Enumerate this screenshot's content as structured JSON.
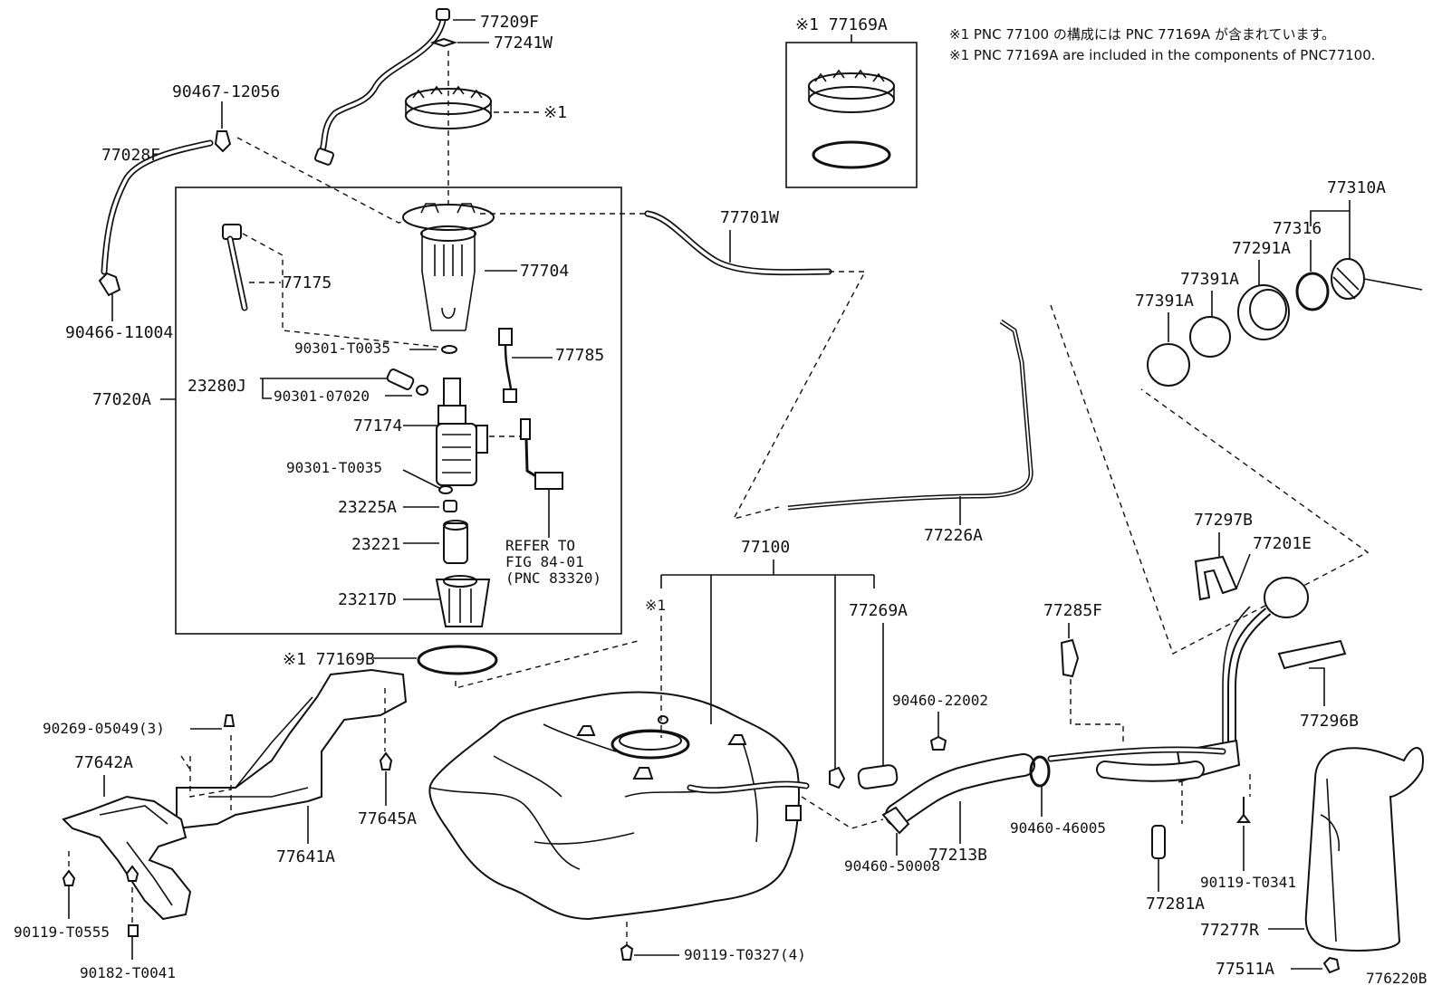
{
  "notes": {
    "note_jp": "※1 PNC 77100 の構成には PNC 77169A が含まれています。",
    "note_en": "※1 PNC 77169A are included in the components of PNC77100."
  },
  "labels": {
    "l77209F": "77209F",
    "l77241W": "77241W",
    "l90467": "90467-12056",
    "l77028F": "77028F",
    "l90466": "90466-11004",
    "mark1_ring": "※1",
    "l77169A": "※1 77169A",
    "l77701W": "77701W",
    "l77704": "77704",
    "l77175": "77175",
    "l90301T0035a": "90301-T0035",
    "l77785": "77785",
    "l23280J": "23280J",
    "l90301_07020": "90301-07020",
    "l77020A": "77020A",
    "l77174": "77174",
    "l90301T0035b": "90301-T0035",
    "l23225A": "23225A",
    "l23221": "23221",
    "l23217D": "23217D",
    "refer1": "REFER TO",
    "refer2": "FIG 84-01",
    "refer3": "(PNC 83320)",
    "l77169B": "※1 77169B",
    "l77100": "77100",
    "mark1_tank": "※1",
    "l77269A": "77269A",
    "l77226A": "77226A",
    "l77310A": "77310A",
    "l77316": "77316",
    "l77291A": "77291A",
    "l77391A_a": "77391A",
    "l77391A_b": "77391A",
    "l77297B": "77297B",
    "l77201E": "77201E",
    "l77285F": "77285F",
    "l77296B": "77296B",
    "l90460_22002": "90460-22002",
    "l90269": "90269-05049(3)",
    "l77642A": "77642A",
    "l77645A": "77645A",
    "l77641A": "77641A",
    "l90460_46005": "90460-46005",
    "l77213B": "77213B",
    "l90460_50008": "90460-50008",
    "l77281A": "77281A",
    "l90119T0341": "90119-T0341",
    "l77277R": "77277R",
    "l77511A": "77511A",
    "l90119T0555": "90119-T0555",
    "l90182T0041": "90182-T0041",
    "l90119T0327": "90119-T0327(4)",
    "fig_no": "776220B"
  }
}
